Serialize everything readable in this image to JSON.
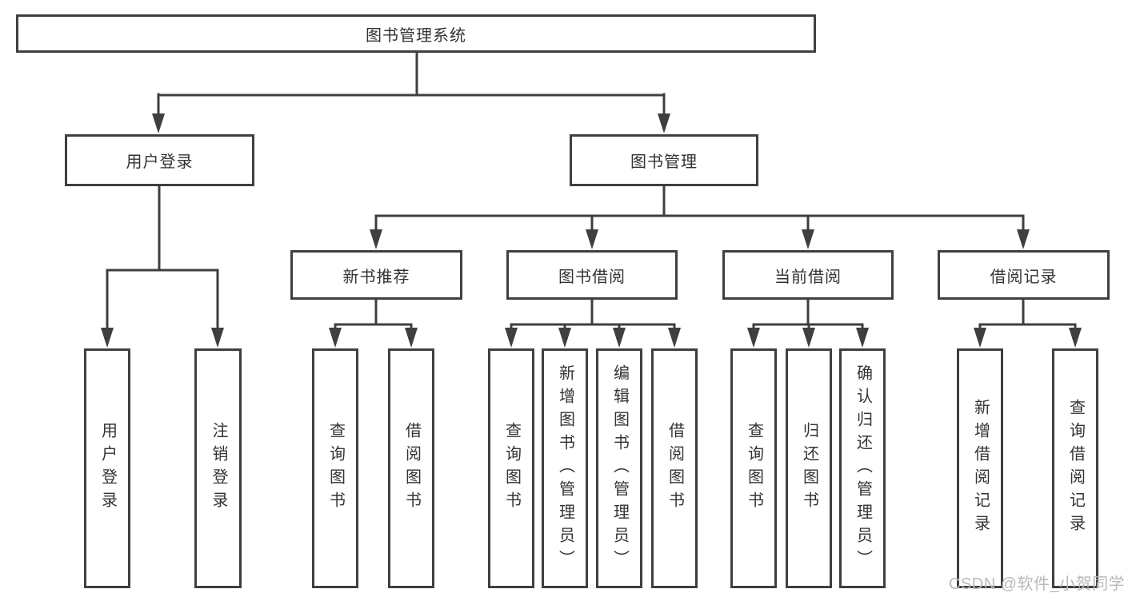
{
  "diagram": {
    "root_label": "图书管理系统",
    "branches": [
      {
        "label": "用户登录",
        "leaves": [
          "用户登录",
          "注销登录"
        ]
      },
      {
        "label": "图书管理",
        "groups": [
          {
            "label": "新书推荐",
            "leaves": [
              "查询图书",
              "借阅图书"
            ]
          },
          {
            "label": "图书借阅",
            "leaves": [
              "查询图书",
              "新增图书（管理员）",
              "编辑图书（管理员）",
              "借阅图书"
            ]
          },
          {
            "label": "当前借阅",
            "leaves": [
              "查询图书",
              "归还图书",
              "确认归还（管理员）"
            ]
          },
          {
            "label": "借阅记录",
            "leaves": [
              "新增借阅记录",
              "查询借阅记录"
            ]
          }
        ]
      }
    ]
  },
  "watermark": {
    "text": "CSDN @软件_小贺同学"
  },
  "colors": {
    "line": "#3f3f3f",
    "text": "#333333",
    "background": "#ffffff",
    "watermark": "#b9b9b9"
  }
}
